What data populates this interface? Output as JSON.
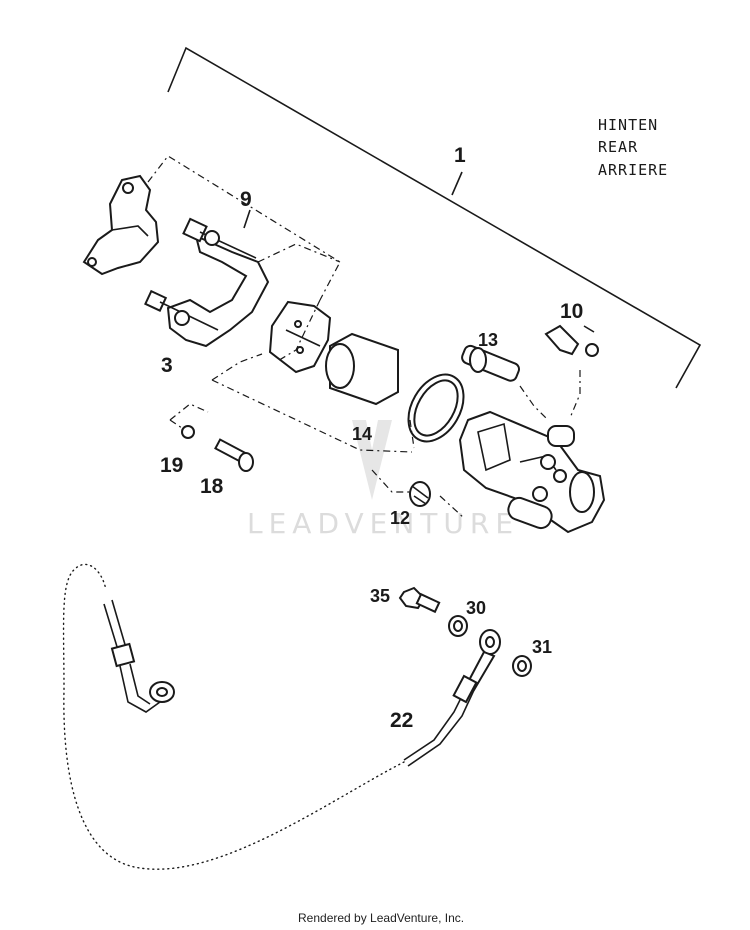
{
  "legend": {
    "line1": "HINTEN",
    "line2": "REAR",
    "line3": "ARRIERE"
  },
  "callouts": {
    "c1": "1",
    "c3": "3",
    "c9": "9",
    "c10": "10",
    "c12": "12",
    "c13": "13",
    "c14": "14",
    "c18": "18",
    "c19": "19",
    "c22": "22",
    "c30": "30",
    "c31": "31",
    "c35": "35"
  },
  "watermark": "LEADVENTURE",
  "footer": "Rendered by LeadVenture, Inc."
}
